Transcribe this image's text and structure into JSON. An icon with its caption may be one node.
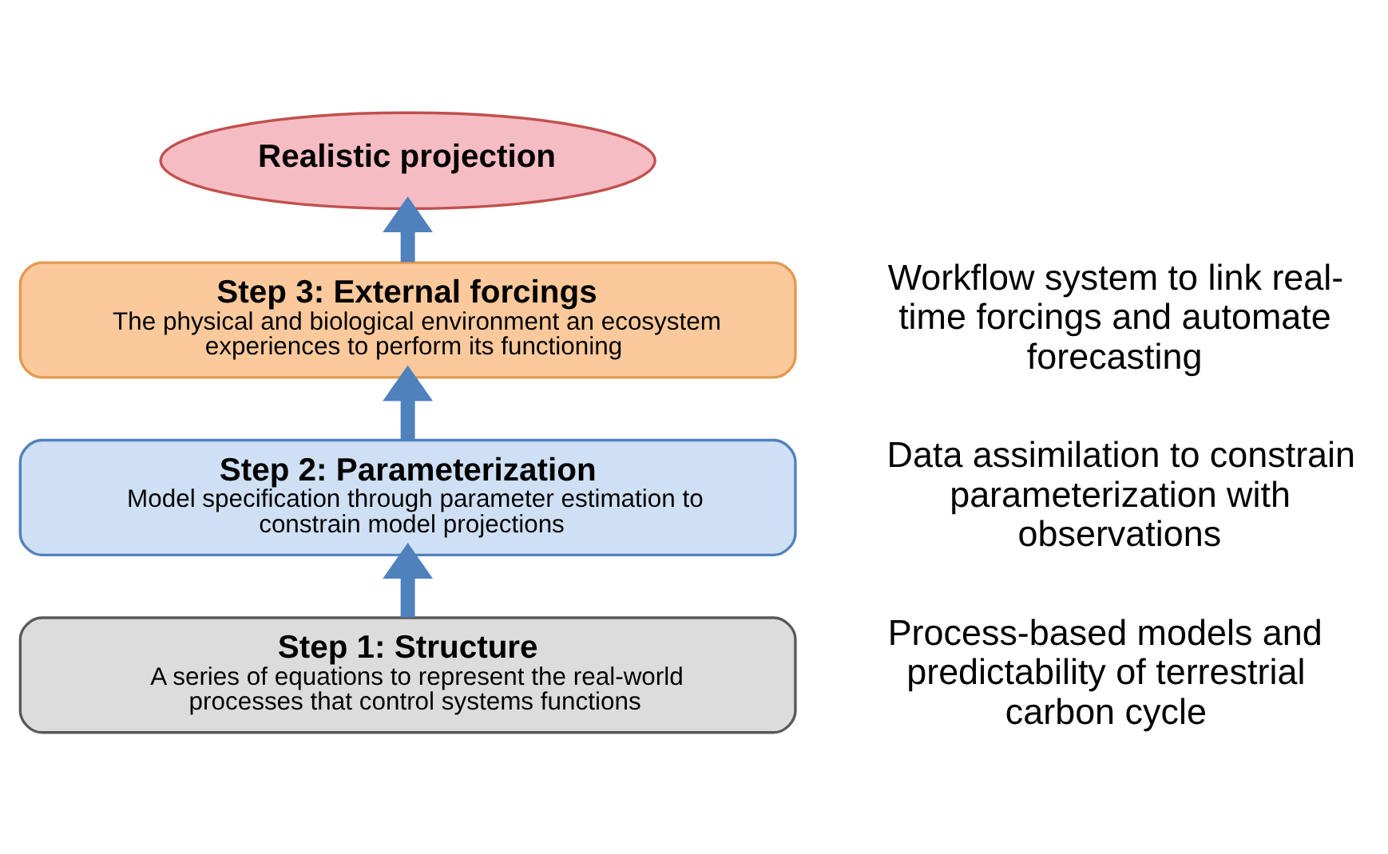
{
  "diagram": {
    "nodes": [
      {
        "text": [
          "Realistic projection"
        ]
      },
      {
        "text": [
          "Step 3: External forcings",
          "The physical and biological environment an ecosystem experiences to perform its functioning"
        ],
        "beside": [
          "Workflow system to link real-time forcings and automate forecasting"
        ]
      },
      {
        "text": [
          "Step 2: Parameterization",
          "Model specification through parameter estimation to constrain model projections"
        ],
        "beside": [
          "Data assimilation to constrain parameterization with observations"
        ]
      },
      {
        "text": [
          "Step 1: Structure",
          "A series of equations to represent the real-world processes that control systems functions"
        ],
        "beside": [
          "Process-based models and predictability of terrestrial carbon cycle"
        ]
      }
    ],
    "edges": [
      {
        "from": 3,
        "to": 2,
        "arrow": "to"
      },
      {
        "from": 2,
        "to": 1,
        "arrow": "to"
      },
      {
        "from": 1,
        "to": 0,
        "arrow": "to"
      }
    ]
  }
}
